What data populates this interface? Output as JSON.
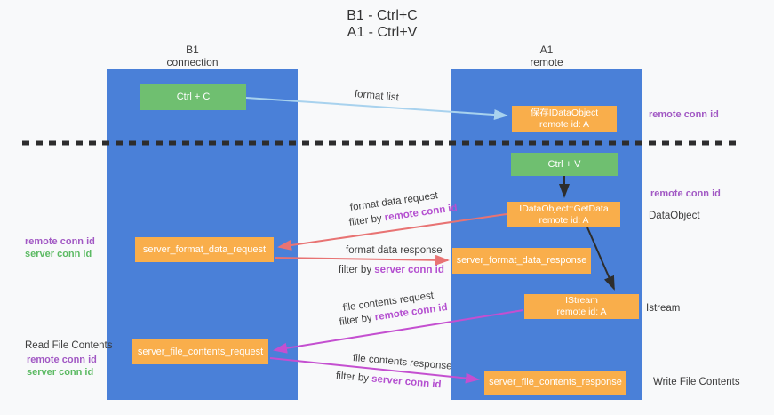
{
  "title": {
    "line1": "B1 - Ctrl+C",
    "line2": "A1 - Ctrl+V"
  },
  "columns": {
    "b1": {
      "name": "B1",
      "role": "connection"
    },
    "a1": {
      "name": "A1",
      "role": "remote"
    }
  },
  "nodes": {
    "ctrl_c": "Ctrl + C",
    "ctrl_v": "Ctrl + V",
    "save_dataobject_line1": "保存IDataObject",
    "save_dataobject_line2": "remote id: A",
    "getdata_line1": "IDataObject::GetData",
    "getdata_line2": "remote id: A",
    "istream_line1": "IStream",
    "istream_line2": "remote id: A",
    "server_format_data_request": "server_format_data_request",
    "server_format_data_response": "server_format_data_response",
    "server_file_contents_request": "server_file_contents_request",
    "server_file_contents_response": "server_file_contents_response"
  },
  "arrow_labels": {
    "format_list": "format list",
    "format_data_request": "format data request",
    "format_data_response": "format data response",
    "file_contents_request": "file contents request",
    "file_contents_response": "file contents response",
    "filter_by": "filter by",
    "remote_conn_id": "remote conn id",
    "server_conn_id": "server conn id"
  },
  "side_labels": {
    "remote_conn_id": "remote conn id",
    "server_conn_id": "server conn id",
    "dataobject": "DataObject",
    "istream": "Istream",
    "read_file_contents": "Read File Contents",
    "write_file_contents": "Write File Contents"
  },
  "colors": {
    "background": "#f8f9fa",
    "lifeline_blue": "#4a80d8",
    "node_orange": "#f9ae4b",
    "node_green": "#6fbf70",
    "arrow_light_blue": "#a8d2ee",
    "arrow_red": "#e87373",
    "arrow_magenta": "#c44fd0",
    "arrow_black": "#2d2d2d",
    "dashed_separator": "#2d2d2d",
    "label_purple": "#a259c4",
    "label_green": "#5cba63",
    "filter_highlight_purple": "#b44fd0",
    "text_dark": "#3c3c3c"
  }
}
